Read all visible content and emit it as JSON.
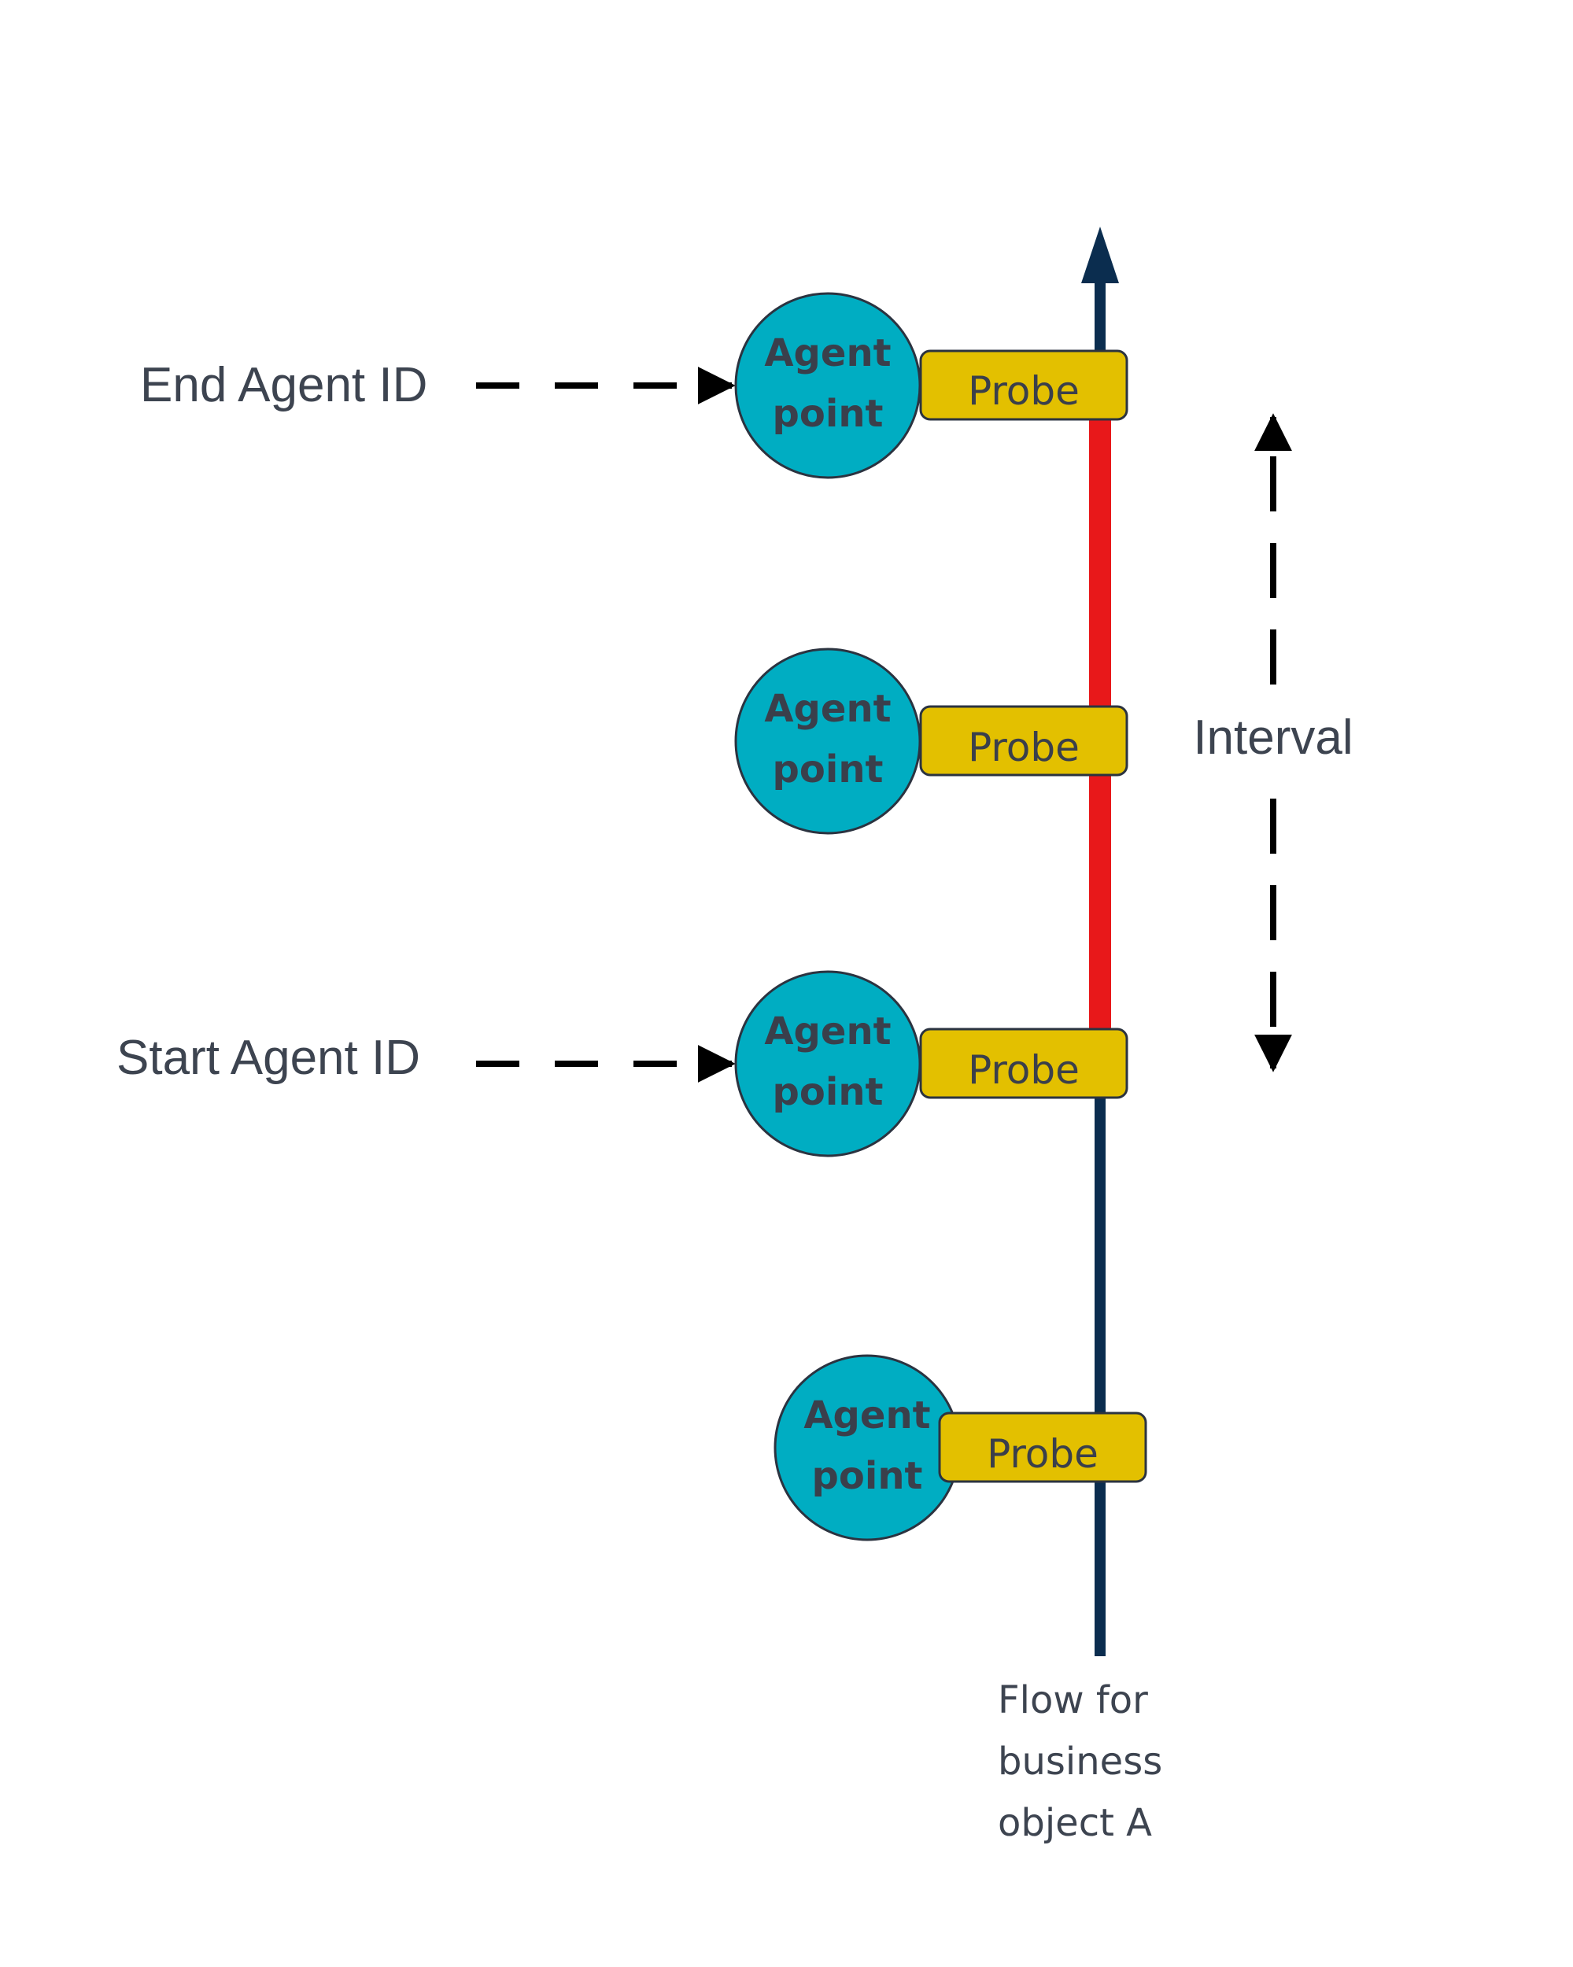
{
  "labels": {
    "end_agent_id": "End Agent ID",
    "start_agent_id": "Start Agent ID",
    "interval": "Interval",
    "flow_line1": "Flow for",
    "flow_line2": "business",
    "flow_line3": "object A"
  },
  "agent_points": [
    {
      "line1": "Agent",
      "line2": "point",
      "probe": "Probe"
    },
    {
      "line1": "Agent",
      "line2": "point",
      "probe": "Probe"
    },
    {
      "line1": "Agent",
      "line2": "point",
      "probe": "Probe"
    },
    {
      "line1": "Agent",
      "line2": "point",
      "probe": "Probe"
    }
  ],
  "colors": {
    "flow_line": "#0b2d4f",
    "interval_segment": "#e8181a",
    "agent_circle": "#00adc2",
    "probe_box": "#e3c000",
    "outline": "#2b3340",
    "arrow": "#000000"
  }
}
